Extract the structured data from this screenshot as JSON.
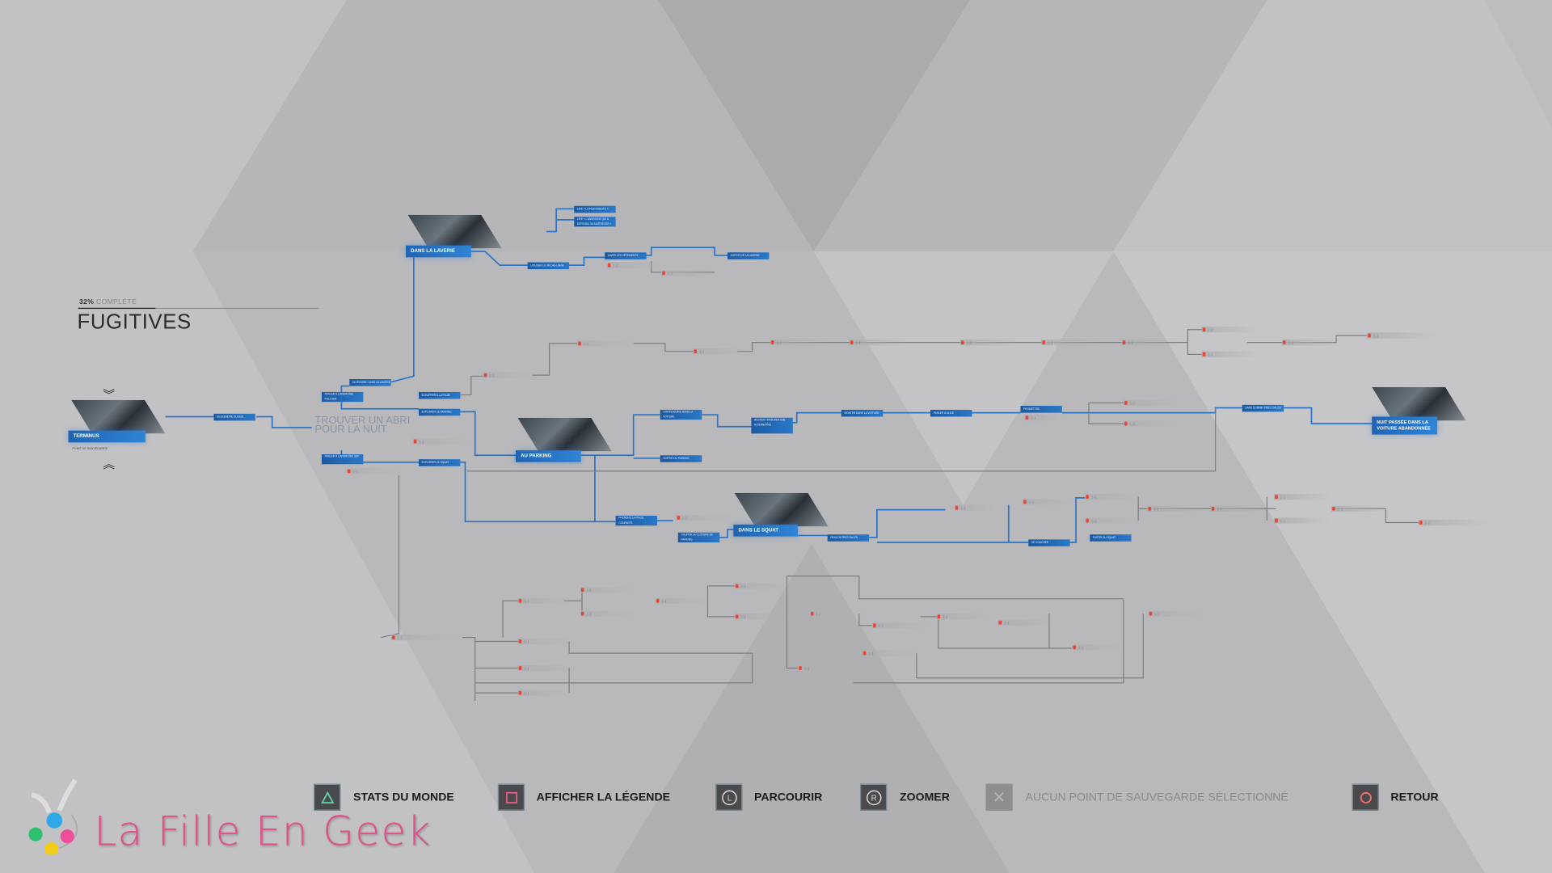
{
  "header": {
    "progress_value": "32%",
    "progress_label": "COMPLÉTÉ",
    "progress_fraction": 0.32,
    "title": "FUGITIVES"
  },
  "start": {
    "label": "TERMINUS",
    "sublabel": "POINT DE SAUVEGARDE"
  },
  "objective": "TROUVER UN ABRI POUR LA NUIT",
  "chapters": [
    "DANS LA LAVERIE",
    "AU PARKING",
    "DANS LE SQUAT",
    "NUIT PASSÉE DANS LA VOITURE ABANDONNÉE"
  ],
  "decisions": [
    "DESCENDRE DU BUS",
    "SE RENDRE DANS LA LAVERIE",
    "PARLER À L'ANDROÏDE POLICIER",
    "ÉCHAPPER À LA PLUIE",
    "EXPLORER LE PARKING",
    "PARLER À L'ANDROÏDE SDF",
    "EXPLORER LE SQUAT",
    "UTILISER LE SÈCHE-LINGE",
    "LAVER LES VÊTEMENTS",
    "SORTIR DE LA LAVERIE",
    "LIRE « LA PUB ROBOTS »",
    "LIRE « L'ANDROÏDE QUI A DÉFENDU SA MAÎTRESSE »",
    "S'INTRODUIRE DANS LA VOITURE",
    "SORTIR DU PARKING",
    "RESTER / TROUVER UNE ALTERNATIVE",
    "MONTER DANS LA VOITURE",
    "PARLER À ALICE",
    "PROMETTRE",
    "SANS DORMIR PRÈS D'ALICE",
    "PRENDRE LA PINCE COUPANTE",
    "COUPER LA CLÔTURE DU PARKING",
    "RENCONTRER RALPH",
    "SE COUCHER",
    "PARTIR DU SQUAT"
  ],
  "locked_label": "[...]",
  "toolbar": [
    {
      "label": "STATS DU MONDE",
      "icon": "triangle-button-icon",
      "color": "#5fd0a8"
    },
    {
      "label": "AFFICHER LA LÉGENDE",
      "icon": "square-button-icon",
      "color": "#e85a8a"
    },
    {
      "label": "PARCOURIR",
      "icon": "left-stick-icon",
      "glyph": "L"
    },
    {
      "label": "ZOOMER",
      "icon": "right-stick-icon",
      "glyph": "R"
    },
    {
      "label": "AUCUN POINT DE SAUVEGARDE SÉLECTIONNÉ",
      "icon": "cross-button-icon",
      "glyph": "✕"
    },
    {
      "label": "RETOUR",
      "icon": "circle-button-icon",
      "color": "#f07070"
    }
  ],
  "watermark": "La Fille En Geek"
}
